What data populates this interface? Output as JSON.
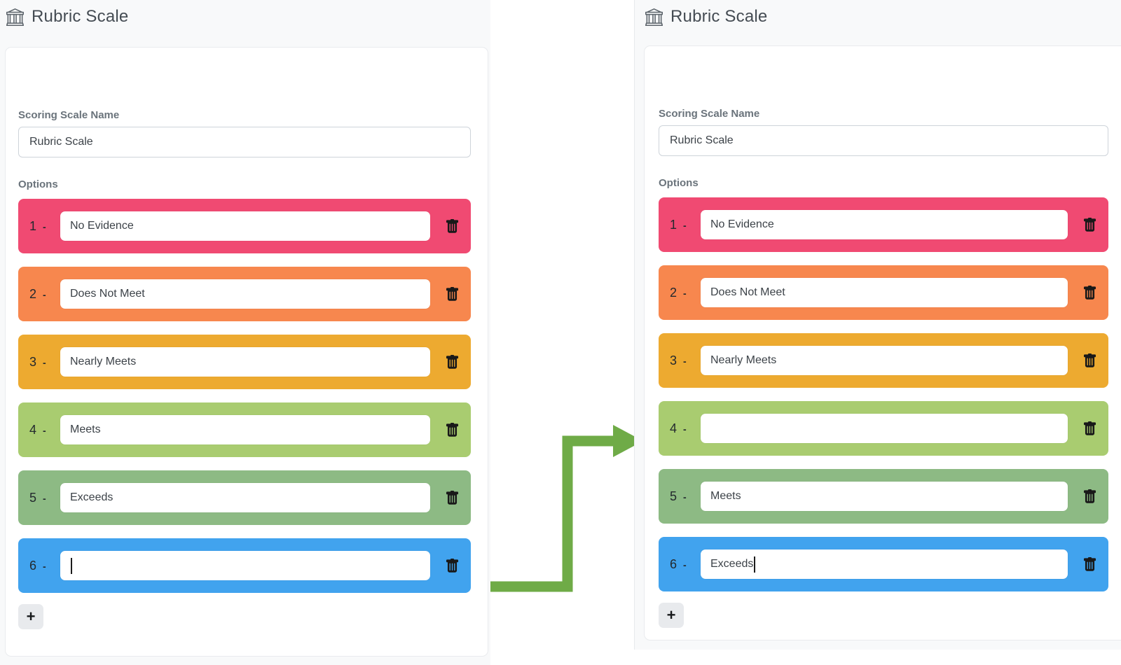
{
  "arrow": {
    "color": "#6fab47"
  },
  "panels": [
    {
      "name": "before",
      "header": {
        "title": "Rubric Scale"
      },
      "scale_name": {
        "label": "Scoring Scale Name",
        "value": "Rubric Scale"
      },
      "options_label": "Options",
      "separator": "-",
      "add_button": "+",
      "options": [
        {
          "number": "1",
          "value": "No Evidence",
          "color": "#f04a72",
          "cursor": false
        },
        {
          "number": "2",
          "value": "Does Not Meet",
          "color": "#f7874e",
          "cursor": false
        },
        {
          "number": "3",
          "value": "Nearly Meets",
          "color": "#edaa30",
          "cursor": false
        },
        {
          "number": "4",
          "value": "Meets",
          "color": "#a9cc70",
          "cursor": false
        },
        {
          "number": "5",
          "value": "Exceeds",
          "color": "#8dba84",
          "cursor": false
        },
        {
          "number": "6",
          "value": "",
          "color": "#41a3ee",
          "cursor": true
        }
      ]
    },
    {
      "name": "after",
      "header": {
        "title": "Rubric Scale"
      },
      "scale_name": {
        "label": "Scoring Scale Name",
        "value": "Rubric Scale"
      },
      "options_label": "Options",
      "separator": "-",
      "add_button": "+",
      "options": [
        {
          "number": "1",
          "value": "No Evidence",
          "color": "#f04a72",
          "cursor": false
        },
        {
          "number": "2",
          "value": "Does Not Meet",
          "color": "#f7874e",
          "cursor": false
        },
        {
          "number": "3",
          "value": "Nearly Meets",
          "color": "#edaa30",
          "cursor": false
        },
        {
          "number": "4",
          "value": "",
          "color": "#a9cc70",
          "cursor": false
        },
        {
          "number": "5",
          "value": "Meets",
          "color": "#8dba84",
          "cursor": false
        },
        {
          "number": "6",
          "value": "Exceeds",
          "color": "#41a3ee",
          "cursor": true
        }
      ]
    }
  ],
  "icons": {
    "header": "bank-icon",
    "delete": "trash-icon",
    "add": "plus-icon"
  }
}
